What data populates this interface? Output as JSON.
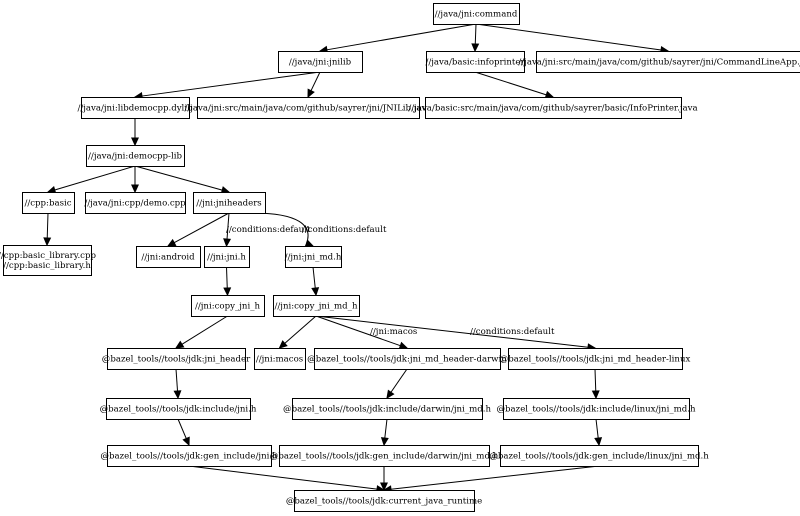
{
  "graph": {
    "nodes": [
      {
        "id": "cmd",
        "label": "//java/jni:command"
      },
      {
        "id": "jnilib",
        "label": "//java/jni:jnilib"
      },
      {
        "id": "infoprinter",
        "label": "//java/basic:infoprinter"
      },
      {
        "id": "cmdlineapp",
        "label": "//java/jni:src/main/java/com/github/sayrer/jni/CommandLineApp.java"
      },
      {
        "id": "libdemocpp",
        "label": "//java/jni:libdemocpp.dylib"
      },
      {
        "id": "jnilibjava",
        "label": "//java/jni:src/main/java/com/github/sayrer/jni/JNILib.java"
      },
      {
        "id": "infoprinterjava",
        "label": "//java/basic:src/main/java/com/github/sayrer/basic/InfoPrinter.java"
      },
      {
        "id": "democpplib",
        "label": "//java/jni:democpp-lib"
      },
      {
        "id": "cppbasic",
        "label": "//cpp:basic"
      },
      {
        "id": "democpp",
        "label": "//java/jni:cpp/demo.cpp"
      },
      {
        "id": "jniheaders",
        "label": "//jni:jniheaders"
      },
      {
        "id": "basiclib",
        "label": "//cpp:basic_library.cpp\n//cpp:basic_library.h"
      },
      {
        "id": "jniandroid",
        "label": "//jni:android"
      },
      {
        "id": "jnih",
        "label": "//jni:jni.h"
      },
      {
        "id": "jnimdh",
        "label": "//jni:jni_md.h"
      },
      {
        "id": "copyjnih",
        "label": "//jni:copy_jni_h"
      },
      {
        "id": "copyjnimdh",
        "label": "//jni:copy_jni_md_h"
      },
      {
        "id": "jniheader",
        "label": "@bazel_tools//tools/jdk:jni_header"
      },
      {
        "id": "jnimacos",
        "label": "//jni:macos"
      },
      {
        "id": "mdheaderdarwin",
        "label": "@bazel_tools//tools/jdk:jni_md_header-darwin"
      },
      {
        "id": "mdheaderlinux",
        "label": "@bazel_tools//tools/jdk:jni_md_header-linux"
      },
      {
        "id": "includejnih",
        "label": "@bazel_tools//tools/jdk:include/jni.h"
      },
      {
        "id": "includedarwin",
        "label": "@bazel_tools//tools/jdk:include/darwin/jni_md.h"
      },
      {
        "id": "includelinux",
        "label": "@bazel_tools//tools/jdk:include/linux/jni_md.h"
      },
      {
        "id": "genjnih",
        "label": "@bazel_tools//tools/jdk:gen_include/jni.h"
      },
      {
        "id": "gendarwin",
        "label": "@bazel_tools//tools/jdk:gen_include/darwin/jni_md.h"
      },
      {
        "id": "genlinux",
        "label": "@bazel_tools//tools/jdk:gen_include/linux/jni_md.h"
      },
      {
        "id": "runtime",
        "label": "@bazel_tools//tools/jdk:current_java_runtime"
      }
    ],
    "edges": [
      {
        "from": "cmd",
        "to": "jnilib"
      },
      {
        "from": "cmd",
        "to": "infoprinter"
      },
      {
        "from": "cmd",
        "to": "cmdlineapp"
      },
      {
        "from": "jnilib",
        "to": "libdemocpp"
      },
      {
        "from": "jnilib",
        "to": "jnilibjava"
      },
      {
        "from": "infoprinter",
        "to": "infoprinterjava"
      },
      {
        "from": "libdemocpp",
        "to": "democpplib"
      },
      {
        "from": "democpplib",
        "to": "cppbasic"
      },
      {
        "from": "democpplib",
        "to": "democpp"
      },
      {
        "from": "democpplib",
        "to": "jniheaders"
      },
      {
        "from": "cppbasic",
        "to": "basiclib"
      },
      {
        "from": "jniheaders",
        "to": "jniandroid"
      },
      {
        "from": "jniheaders",
        "to": "jnih",
        "label": "//conditions:default"
      },
      {
        "from": "jniheaders",
        "to": "jnimdh",
        "label": "//conditions:default"
      },
      {
        "from": "jnih",
        "to": "copyjnih"
      },
      {
        "from": "jnimdh",
        "to": "copyjnimdh"
      },
      {
        "from": "copyjnih",
        "to": "jniheader"
      },
      {
        "from": "copyjnimdh",
        "to": "jnimacos"
      },
      {
        "from": "copyjnimdh",
        "to": "mdheaderdarwin",
        "label": "//jni:macos"
      },
      {
        "from": "copyjnimdh",
        "to": "mdheaderlinux",
        "label": "//conditions:default"
      },
      {
        "from": "jniheader",
        "to": "includejnih"
      },
      {
        "from": "mdheaderdarwin",
        "to": "includedarwin"
      },
      {
        "from": "mdheaderlinux",
        "to": "includelinux"
      },
      {
        "from": "includejnih",
        "to": "genjnih"
      },
      {
        "from": "includedarwin",
        "to": "gendarwin"
      },
      {
        "from": "includelinux",
        "to": "genlinux"
      },
      {
        "from": "genjnih",
        "to": "runtime"
      },
      {
        "from": "gendarwin",
        "to": "runtime"
      },
      {
        "from": "genlinux",
        "to": "runtime"
      }
    ]
  }
}
